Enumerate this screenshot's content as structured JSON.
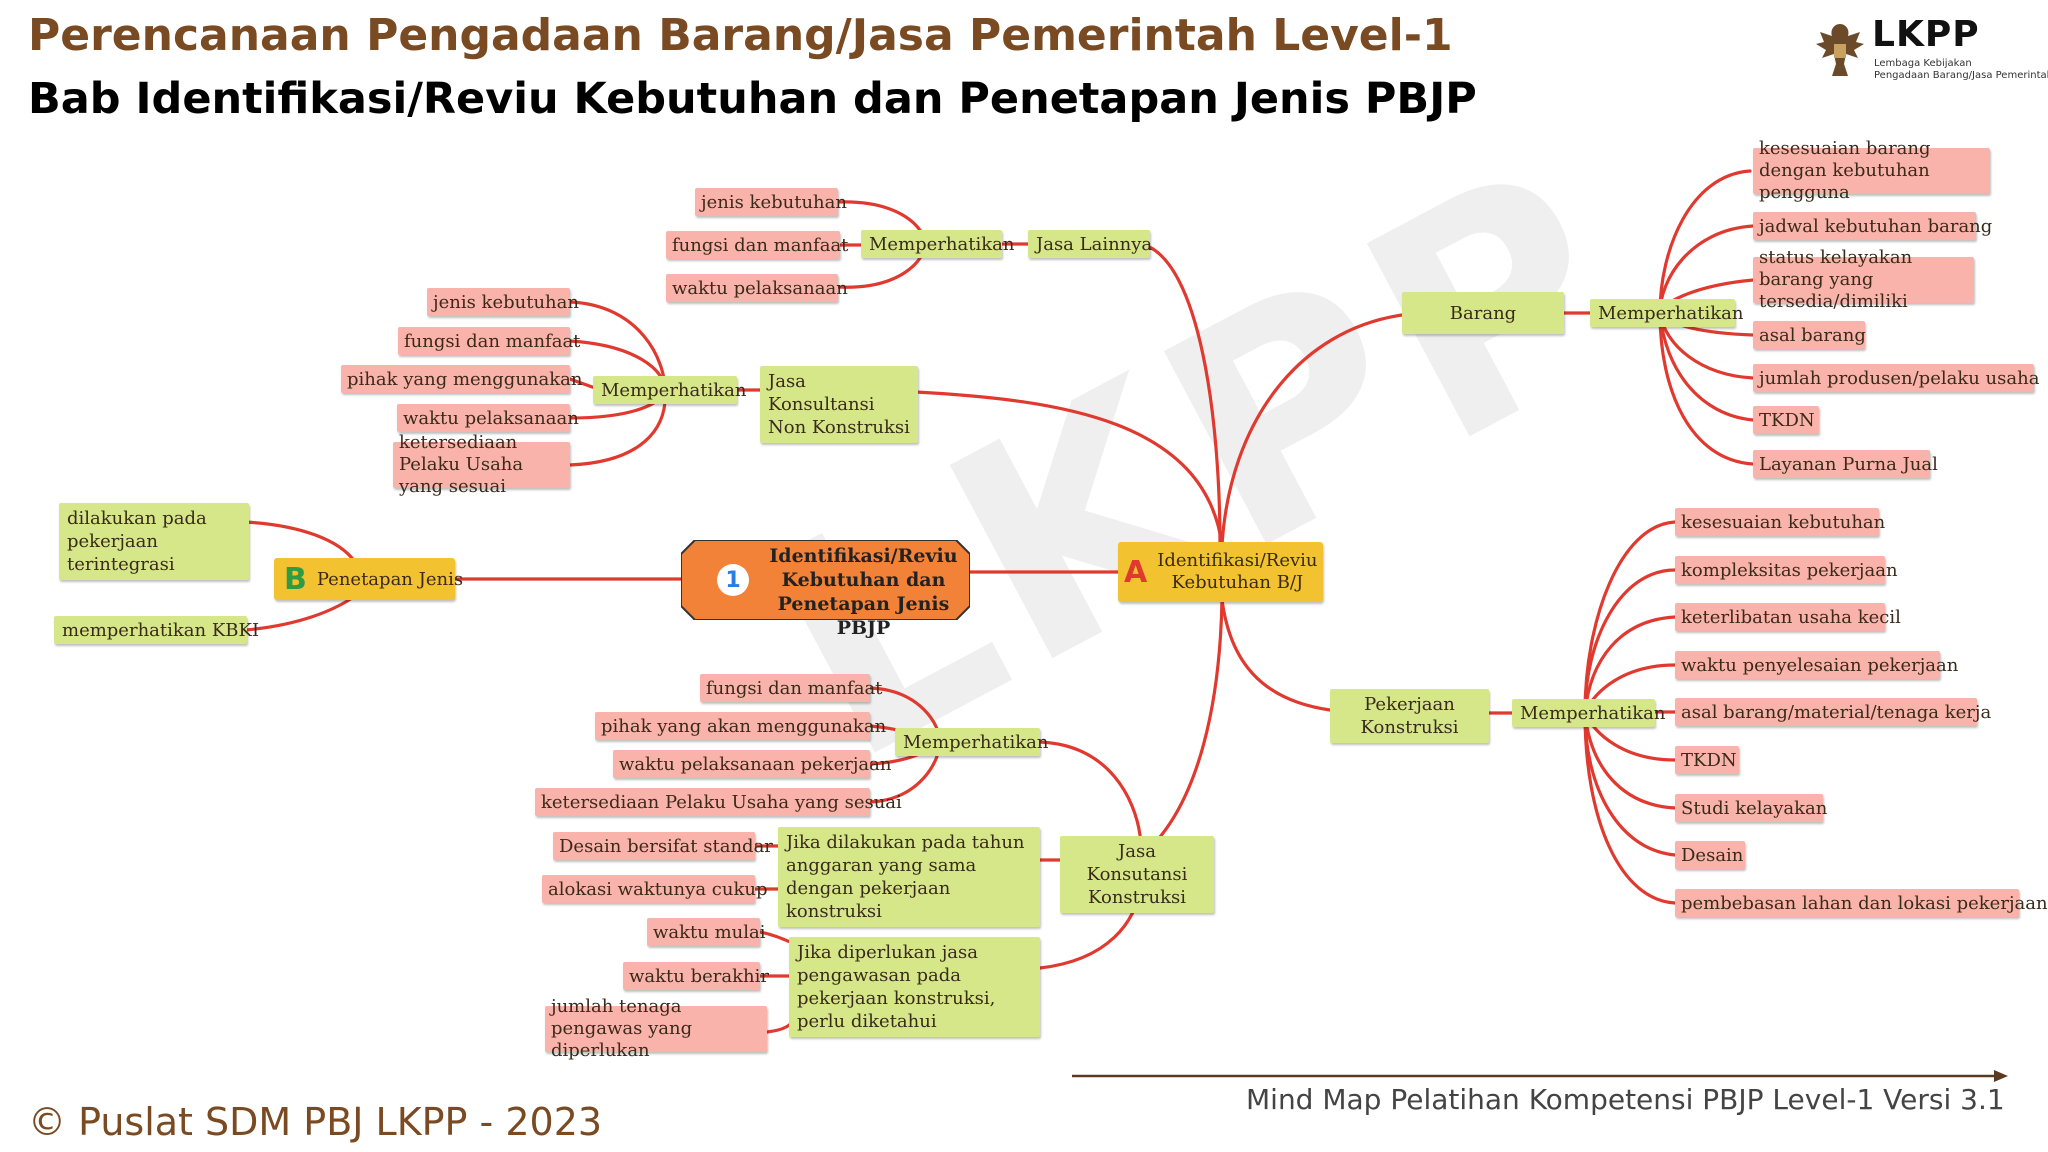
{
  "header": {
    "title": "Perencanaan Pengadaan Barang/Jasa Pemerintah Level-1",
    "subtitle": "Bab Identifikasi/Reviu Kebutuhan dan Penetapan Jenis PBJP"
  },
  "logo": {
    "name": "LKPP",
    "line1": "Lembaga Kebijakan",
    "line2": "Pengadaan Barang/Jasa Pemerintah"
  },
  "watermark": "LKPP",
  "central": {
    "number": "1",
    "label": "Identifikasi/Reviu Kebutuhan dan Penetapan Jenis PBJP"
  },
  "branch_a": {
    "letter": "A",
    "label": "Identifikasi/Reviu Kebutuhan B/J"
  },
  "branch_b": {
    "letter": "B",
    "label": "Penetapan Jenis",
    "items": [
      "dilakukan pada pekerjaan terintegrasi",
      "memperhatikan KBKI"
    ]
  },
  "jasa_lainnya": {
    "label": "Jasa Lainnya",
    "memperhatikan": "Memperhatikan",
    "items": [
      "jenis kebutuhan",
      "fungsi dan manfaat",
      "waktu pelaksanaan"
    ]
  },
  "jasa_konsultansi_non": {
    "label": "Jasa Konsultansi Non Konstruksi",
    "memperhatikan": "Memperhatikan",
    "items": [
      "jenis kebutuhan",
      "fungsi dan manfaat",
      "pihak yang menggunakan",
      "waktu pelaksanaan",
      "ketersediaan Pelaku Usaha yang sesuai"
    ]
  },
  "barang": {
    "label": "Barang",
    "memperhatikan": "Memperhatikan",
    "items": [
      "kesesuaian barang dengan kebutuhan pengguna",
      "jadwal kebutuhan barang",
      "status kelayakan barang yang tersedia/dimiliki",
      "asal barang",
      "jumlah produsen/pelaku usaha",
      "TKDN",
      "Layanan Purna Jual"
    ]
  },
  "pekerjaan_konstruksi": {
    "label": "Pekerjaan Konstruksi",
    "memperhatikan": "Memperhatikan",
    "items": [
      "kesesuaian kebutuhan",
      "kompleksitas pekerjaan",
      "keterlibatan usaha kecil",
      "waktu penyelesaian pekerjaan",
      "asal barang/material/tenaga kerja",
      "TKDN",
      "Studi kelayakan",
      "Desain",
      "pembebasan lahan dan lokasi pekerjaan"
    ]
  },
  "jasa_konsultansi_konstruksi": {
    "label": "Jasa Konsutansi Konstruksi",
    "memperhatikan": "Memperhatikan",
    "items": [
      "fungsi dan manfaat",
      "pihak yang akan menggunakan",
      "waktu pelaksanaan pekerjaan",
      "ketersediaan Pelaku Usaha yang sesuai"
    ],
    "sama_tahun": {
      "label": "Jika dilakukan pada tahun anggaran yang sama dengan pekerjaan konstruksi",
      "items": [
        "Desain bersifat standar",
        "alokasi waktunya cukup"
      ]
    },
    "pengawasan": {
      "label": "Jika diperlukan jasa pengawasan pada pekerjaan konstruksi, perlu diketahui",
      "items": [
        "waktu mulai",
        "waktu berakhir",
        "jumlah tenaga pengawas yang diperlukan"
      ]
    }
  },
  "footer": {
    "copyright": "© Puslat SDM PBJ LKPP - 2023",
    "caption": "Mind Map Pelatihan Kompetensi PBJP Level-1 Versi 3.1"
  },
  "colors": {
    "title": "#7a4a22",
    "link": "#e03a30",
    "pink_node": "#f9b3aa",
    "green_node": "#d6e78a",
    "yellow_node": "#f2c230",
    "central_node": "#f28238"
  }
}
